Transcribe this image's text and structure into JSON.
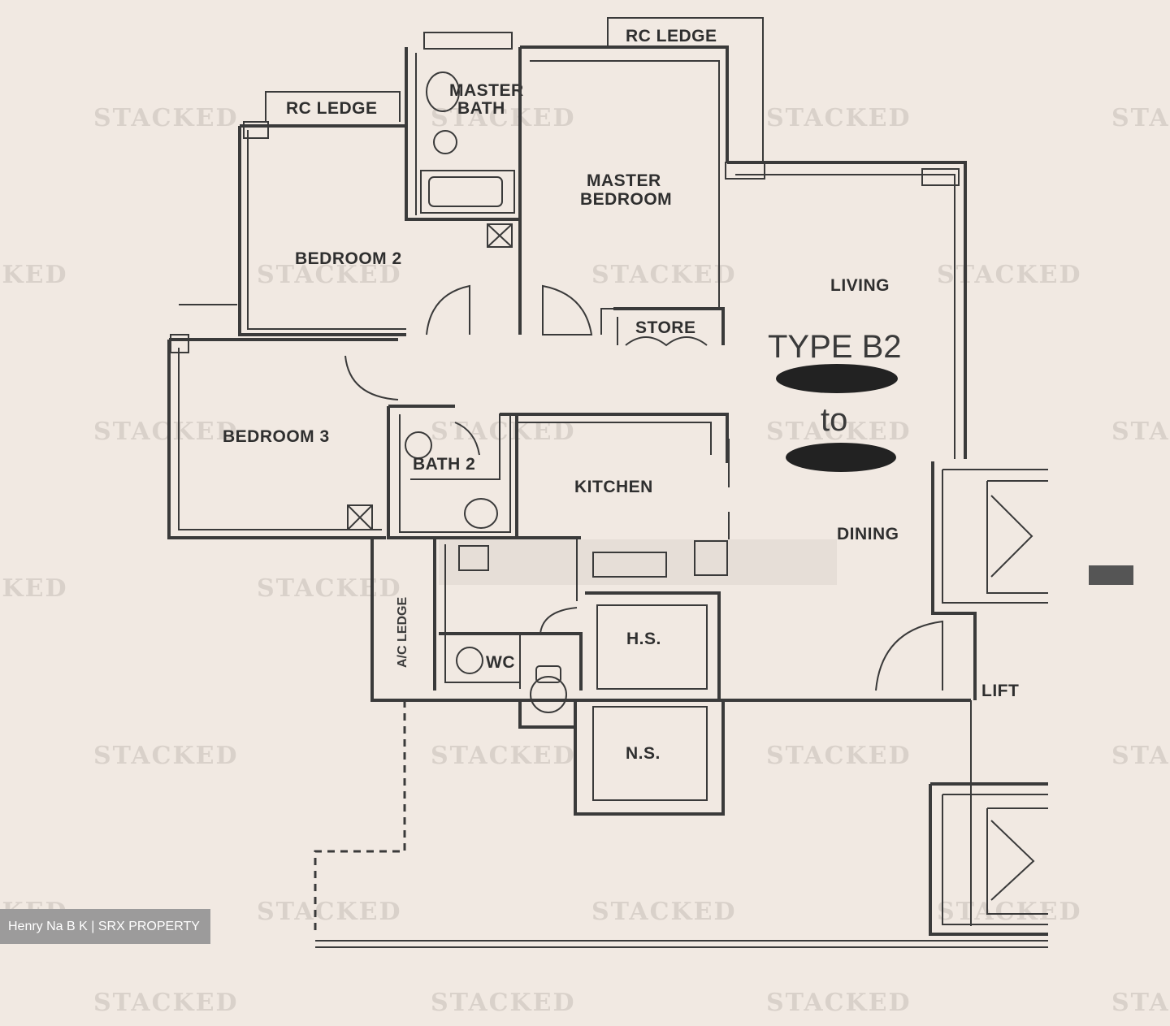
{
  "plan": {
    "type_label": "TYPE B2",
    "range_connector": "to",
    "rooms": {
      "master_bath": [
        "MASTER",
        "BATH"
      ],
      "master_bedroom": [
        "MASTER",
        "BEDROOM"
      ],
      "bedroom_2": "BEDROOM 2",
      "bedroom_3": "BEDROOM 3",
      "bath_2": "BATH 2",
      "kitchen": "KITCHEN",
      "living": "LIVING",
      "dining": "DINING",
      "store": "STORE",
      "hs": "H.S.",
      "ns": "N.S.",
      "wc": "WC",
      "lift": "LIFT",
      "rc_ledge_left": "RC LEDGE",
      "rc_ledge_top": "RC LEDGE",
      "ac_ledge": "A/C LEDGE"
    }
  },
  "watermark": "STACKED",
  "credit": "Henry Na B K | SRX PROPERTY"
}
